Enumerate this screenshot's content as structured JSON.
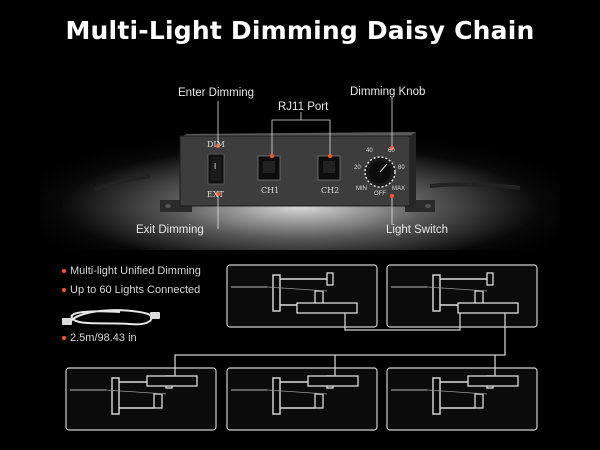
{
  "title": "Multi-Light Dimming Daisy Chain",
  "callouts": {
    "enter_dimming": "Enter Dimming",
    "rj11_port": "RJ11 Port",
    "dimming_knob": "Dimming Knob",
    "exit_dimming": "Exit Dimming",
    "light_switch": "Light Switch"
  },
  "device": {
    "switch_top": "DIM",
    "switch_bottom": "EXT",
    "switch_mark": "I",
    "port1": "CH1",
    "port2": "CH2",
    "knob_ticks": [
      "20",
      "40",
      "60",
      "80"
    ],
    "knob_min": "MIN",
    "knob_max": "MAX",
    "knob_off": "OFF"
  },
  "features": [
    "Multi-light Unified Dimming",
    "Up to 60 Lights Connected",
    "2.5m/98.43 in"
  ],
  "colors": {
    "accent": "#ff5722",
    "background": "#000000",
    "device": "#3a3a3a"
  }
}
